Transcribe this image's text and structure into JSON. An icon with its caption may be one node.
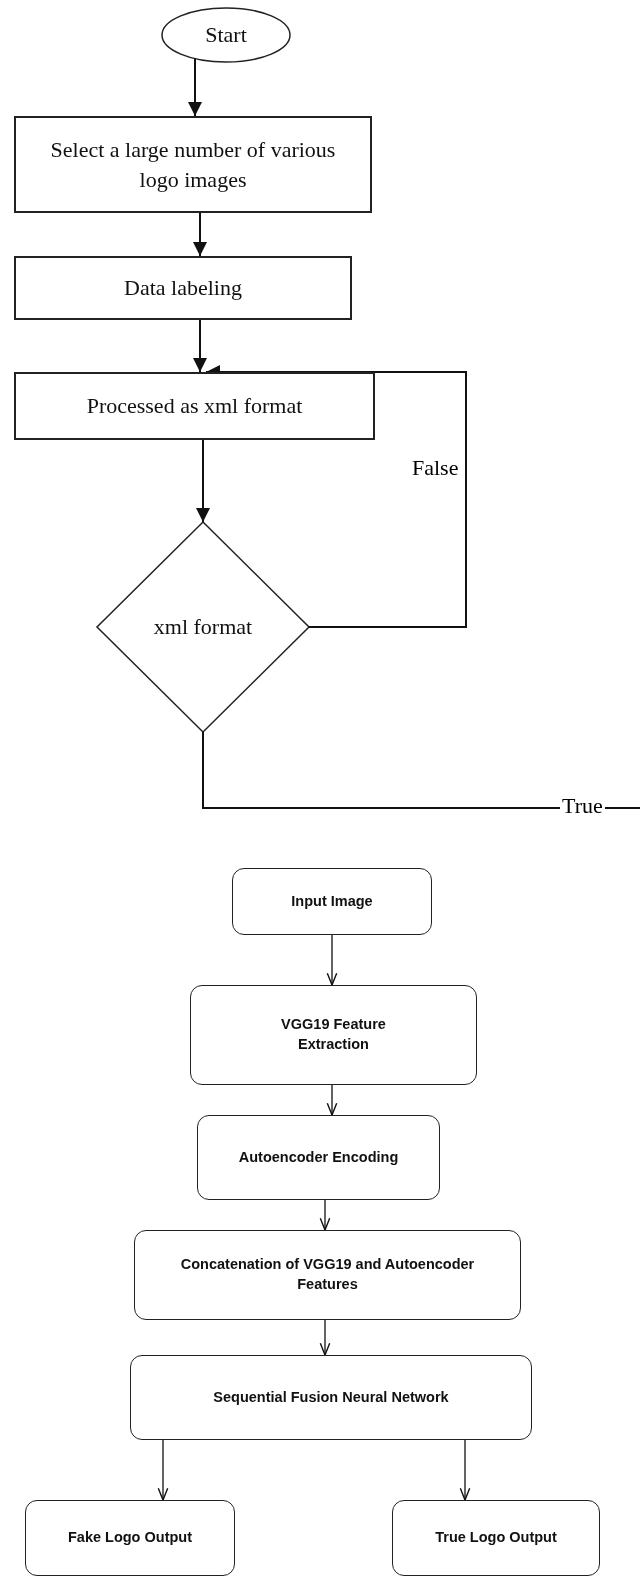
{
  "diagram": {
    "nodes": [
      {
        "text": [
          "Start"
        ]
      },
      {
        "text": [
          "Select a large number of various logo images"
        ]
      },
      {
        "text": [
          "Data labeling"
        ]
      },
      {
        "text": [
          "Processed as xml format"
        ]
      },
      {
        "text": [
          "xml format"
        ]
      },
      {
        "text": [
          "Input Image"
        ]
      },
      {
        "text": [
          "VGG19 Feature Extraction"
        ]
      },
      {
        "text": [
          "Autoencoder Encoding"
        ]
      },
      {
        "text": [
          "Concatenation of VGG19 and Autoencoder Features"
        ]
      },
      {
        "text": [
          "Sequential Fusion Neural Network"
        ]
      },
      {
        "text": [
          "Fake Logo Output"
        ]
      },
      {
        "text": [
          "True Logo Output"
        ]
      }
    ],
    "edges": [
      {
        "from": 0,
        "to": 1,
        "arrow": "to"
      },
      {
        "from": 1,
        "to": 2,
        "arrow": "to"
      },
      {
        "from": 2,
        "to": 3,
        "arrow": "to"
      },
      {
        "from": 3,
        "to": 4,
        "arrow": "to"
      },
      {
        "from": 4,
        "to": 3,
        "arrow": "to",
        "label": "False"
      },
      {
        "from": 4,
        "to": null,
        "arrow": "none",
        "label": "True"
      },
      {
        "from": 5,
        "to": 6,
        "arrow": "to"
      },
      {
        "from": 6,
        "to": 7,
        "arrow": "to"
      },
      {
        "from": 7,
        "to": 8,
        "arrow": "to"
      },
      {
        "from": 8,
        "to": 9,
        "arrow": "to"
      },
      {
        "from": 9,
        "to": 10,
        "arrow": "to"
      },
      {
        "from": 9,
        "to": 11,
        "arrow": "to"
      }
    ]
  }
}
